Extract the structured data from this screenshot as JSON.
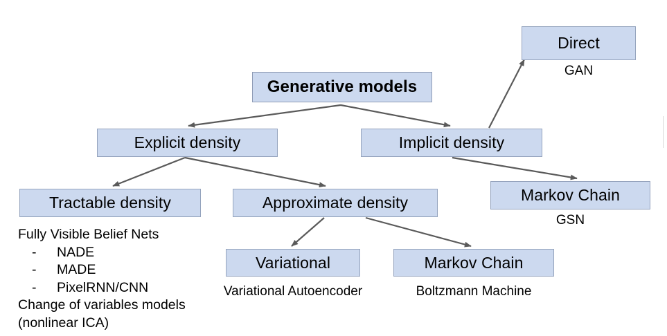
{
  "diagram": {
    "title_node": "Generative models",
    "nodes": [
      {
        "id": "generative-models",
        "label": "Generative models"
      },
      {
        "id": "explicit-density",
        "label": "Explicit density"
      },
      {
        "id": "implicit-density",
        "label": "Implicit density"
      },
      {
        "id": "direct",
        "label": "Direct"
      },
      {
        "id": "tractable-density",
        "label": "Tractable density"
      },
      {
        "id": "approximate-density",
        "label": "Approximate density"
      },
      {
        "id": "markov-chain-implicit",
        "label": "Markov Chain"
      },
      {
        "id": "variational",
        "label": "Variational"
      },
      {
        "id": "markov-chain-approximate",
        "label": "Markov Chain"
      }
    ],
    "captions": [
      {
        "id": "gan",
        "text": "GAN"
      },
      {
        "id": "gsn",
        "text": "GSN"
      },
      {
        "id": "variational-autoencoder",
        "text": "Variational Autoencoder"
      },
      {
        "id": "boltzmann-machine",
        "text": "Boltzmann Machine"
      }
    ],
    "tractable_examples": {
      "heading": "Fully Visible Belief Nets",
      "bullet_marker": "-",
      "bullets": [
        "NADE",
        "MADE",
        "PixelRNN/CNN"
      ],
      "footer_line_1": "Change of variables models",
      "footer_line_2": "(nonlinear ICA)"
    },
    "colors": {
      "node_fill": "#ccd9ef",
      "node_border": "#94a3bd",
      "arrow": "#5a5a5a",
      "text": "#000000",
      "background": "#ffffff"
    },
    "edges": [
      {
        "from": "generative-models",
        "to": "explicit-density"
      },
      {
        "from": "generative-models",
        "to": "implicit-density"
      },
      {
        "from": "explicit-density",
        "to": "tractable-density"
      },
      {
        "from": "explicit-density",
        "to": "approximate-density"
      },
      {
        "from": "implicit-density",
        "to": "direct"
      },
      {
        "from": "implicit-density",
        "to": "markov-chain-implicit"
      },
      {
        "from": "approximate-density",
        "to": "variational"
      },
      {
        "from": "approximate-density",
        "to": "markov-chain-approximate"
      }
    ]
  }
}
